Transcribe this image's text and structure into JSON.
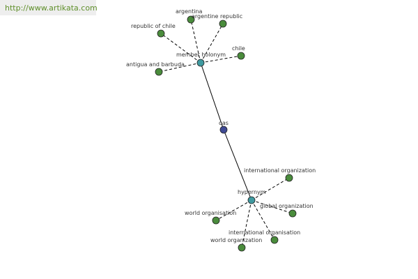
{
  "header": {
    "url": "http://www.artikata.com"
  },
  "graph": {
    "colors": {
      "center": "#3f4a94",
      "hub": "#3f9aa0",
      "leaf": "#4a8c3c",
      "edge": "#000000"
    },
    "center": {
      "label": "oas"
    },
    "hubs": [
      {
        "label": "member holonym"
      },
      {
        "label": "hypernym"
      }
    ],
    "leaves": [
      {
        "label": "argentina"
      },
      {
        "label": "argentine republic"
      },
      {
        "label": "republic of chile"
      },
      {
        "label": "chile"
      },
      {
        "label": "antigua and barbuda"
      },
      {
        "label": "international organization"
      },
      {
        "label": "global organization"
      },
      {
        "label": "world organisation"
      },
      {
        "label": "international organisation"
      },
      {
        "label": "world organization"
      }
    ]
  }
}
